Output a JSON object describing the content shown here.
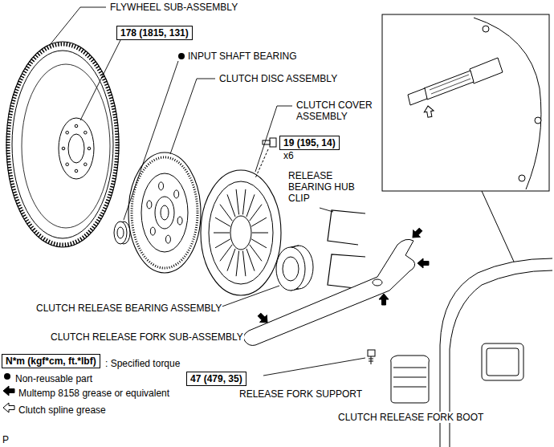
{
  "diagram": {
    "nodes": [
      {
        "text": [
          "178 (1815, 131)"
        ]
      },
      {
        "text": [
          "19 (195, 14)"
        ]
      },
      {
        "text": [
          "N*m (kgf*cm, ft.*lbf)"
        ]
      },
      {
        "text": [
          "47 (479, 35)"
        ]
      }
    ],
    "labels": [
      "FLYWHEEL SUB-ASSEMBLY",
      "INPUT SHAFT BEARING",
      "CLUTCH DISC ASSEMBLY",
      "CLUTCH COVER ASSEMBLY",
      "x6",
      "RELEASE BEARING HUB CLIP",
      "CLUTCH RELEASE BEARING ASSEMBLY",
      "CLUTCH RELEASE FORK SUB-ASSEMBLY",
      "RELEASE FORK SUPPORT",
      "CLUTCH RELEASE FORK BOOT",
      "P"
    ],
    "legend": [
      {
        "text": ": Specified torque"
      },
      {
        "text": "Non-reusable part"
      },
      {
        "text": "Multemp 8158 grease or equivalent"
      },
      {
        "text": "Clutch spline grease"
      }
    ]
  }
}
